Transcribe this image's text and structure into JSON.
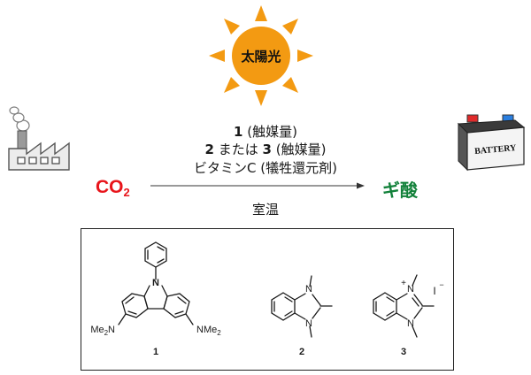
{
  "sun": {
    "label": "太陽光",
    "color": "#f39a12"
  },
  "conditions": {
    "line1_num": "1",
    "line1_text": " (触媒量)",
    "line2_num_a": "2",
    "line2_mid": " または ",
    "line2_num_b": "3",
    "line2_text": "  (触媒量)",
    "line3": "ビタミンC (犠牲還元剤)",
    "below_arrow": "室温"
  },
  "reactant": {
    "main": "CO",
    "sub": "2",
    "color": "#e8151b"
  },
  "product": {
    "label": "ギ酸",
    "color": "#12813a"
  },
  "battery": {
    "label": "BATTERY"
  },
  "compounds": {
    "c1": {
      "number": "1",
      "sub_left": "Me2N",
      "sub_right": "NMe2",
      "hetero": "N"
    },
    "c2": {
      "number": "2",
      "n_top": "N",
      "n_bottom": "N"
    },
    "c3": {
      "number": "3",
      "n_top": "N",
      "plus": "+",
      "n_bottom": "N",
      "counterion": "I",
      "counterion_charge": "−"
    }
  }
}
